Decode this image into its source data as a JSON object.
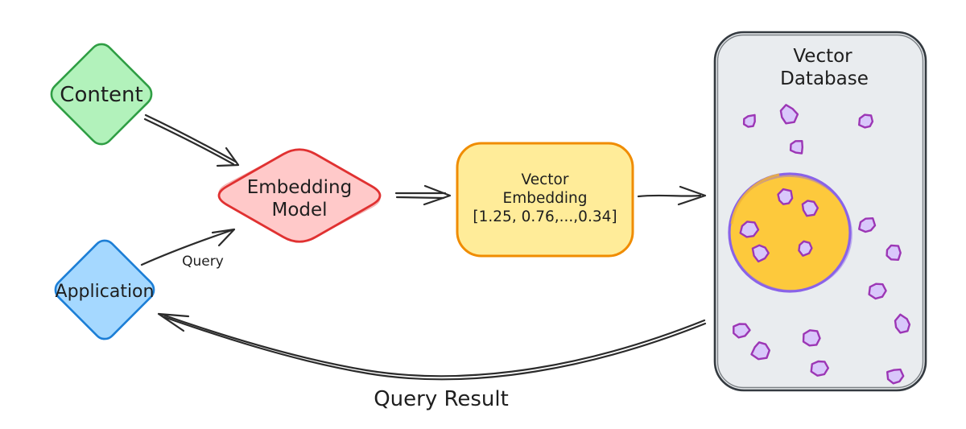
{
  "nodes": {
    "content": {
      "label": "Content"
    },
    "application": {
      "label": "Application"
    },
    "embedding_model": {
      "line1": "Embedding",
      "line2": "Model"
    },
    "vector_embedding": {
      "line1": "Vector",
      "line2": "Embedding",
      "line3": "[1.25, 0.76,...,0.34]"
    },
    "vector_database": {
      "line1": "Vector",
      "line2": "Database"
    }
  },
  "edge_labels": {
    "query": "Query",
    "query_result": "Query Result"
  },
  "palette": {
    "content_fill": "#b2f2bb",
    "content_stroke": "#2f9e44",
    "application_fill": "#a5d8ff",
    "application_stroke": "#1c7ed6",
    "embedding_fill": "#ffc9c9",
    "embedding_stroke": "#e03131",
    "vector_embedding_fill": "#ffec99",
    "vector_embedding_stroke": "#f08c00",
    "database_fill": "#e9ecef",
    "database_stroke": "#343a40",
    "cluster_fill": "#fdc93c",
    "cluster_stroke": "#8a63e8",
    "point_fill": "#d9c7fb",
    "point_stroke": "#9c36b5",
    "arrow": "#2b2b2b",
    "text": "#1e1e1e"
  },
  "vector_points": {
    "outside": [
      [
        931,
        151,
        9
      ],
      [
        979,
        142,
        11
      ],
      [
        1076,
        151,
        10
      ],
      [
        990,
        183,
        9
      ],
      [
        1077,
        280,
        10
      ],
      [
        1109,
        314,
        10
      ],
      [
        1090,
        361,
        10
      ],
      [
        1121,
        403,
        11
      ],
      [
        1112,
        467,
        10
      ],
      [
        920,
        410,
        10
      ],
      [
        945,
        435,
        11
      ],
      [
        1008,
        420,
        10
      ],
      [
        1018,
        457,
        10
      ]
    ],
    "inside": [
      [
        975,
        246,
        10
      ],
      [
        1005,
        258,
        10
      ],
      [
        930,
        285,
        11
      ],
      [
        945,
        314,
        10
      ],
      [
        1000,
        308,
        9
      ]
    ]
  }
}
